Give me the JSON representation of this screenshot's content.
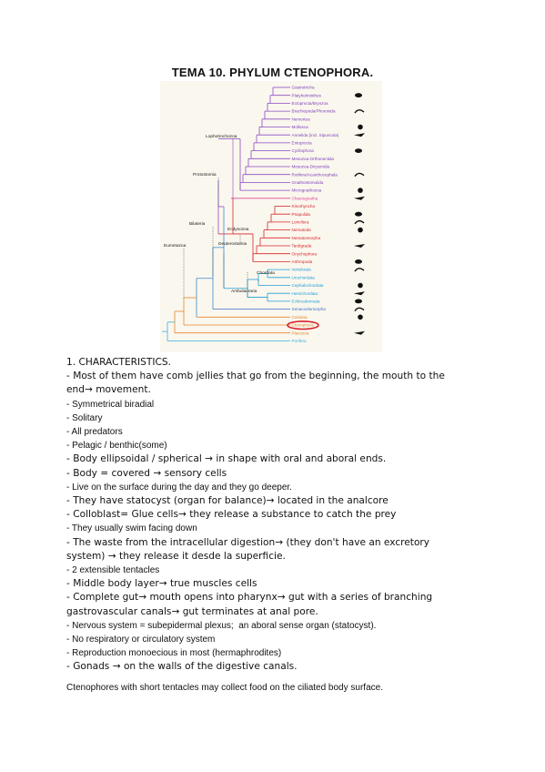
{
  "title": "TEMA 10. PHYLUM CTENOPHORA.",
  "figure": {
    "taxa": [
      {
        "name": "Gastrotricha",
        "color": "#7b3fb8"
      },
      {
        "name": "Platyhelminthes",
        "color": "#7b3fb8"
      },
      {
        "name": "Ectoprocta/Bryozoa",
        "color": "#7b3fb8"
      },
      {
        "name": "Brachiopoda/Phoronida",
        "color": "#7b3fb8"
      },
      {
        "name": "Nemertea",
        "color": "#7b3fb8"
      },
      {
        "name": "Mollusca",
        "color": "#7b3fb8"
      },
      {
        "name": "Annelida (incl. Sipuncula)",
        "color": "#7b3fb8"
      },
      {
        "name": "Entoprocta",
        "color": "#7b3fb8"
      },
      {
        "name": "Cycliophora",
        "color": "#7b3fb8"
      },
      {
        "name": "Mesozoa-Orthonectida",
        "color": "#7b3fb8"
      },
      {
        "name": "Mesozoa-Dicyemida",
        "color": "#7b3fb8"
      },
      {
        "name": "Rotifera/Acanthocephala",
        "color": "#7b3fb8"
      },
      {
        "name": "Gnathostomulida",
        "color": "#7b3fb8"
      },
      {
        "name": "Micrognathozoa",
        "color": "#7b3fb8"
      },
      {
        "name": "Chaetognatha",
        "color": "#e0489a"
      },
      {
        "name": "Kinorhyncha",
        "color": "#d9262b"
      },
      {
        "name": "Priapulida",
        "color": "#d9262b"
      },
      {
        "name": "Loricifera",
        "color": "#d9262b"
      },
      {
        "name": "Nematoda",
        "color": "#d9262b"
      },
      {
        "name": "Nematomorpha",
        "color": "#d9262b"
      },
      {
        "name": "Tardigrada",
        "color": "#d9262b"
      },
      {
        "name": "Onychophora",
        "color": "#d9262b"
      },
      {
        "name": "Arthropoda",
        "color": "#d9262b"
      },
      {
        "name": "Vertebrata",
        "color": "#1f9fd8"
      },
      {
        "name": "Urochordata",
        "color": "#1f9fd8"
      },
      {
        "name": "Cephalochordata",
        "color": "#1f9fd8"
      },
      {
        "name": "Hemichordata",
        "color": "#1f9fd8"
      },
      {
        "name": "Echinodermata",
        "color": "#1f9fd8"
      },
      {
        "name": "Xenacoelomorpha",
        "color": "#3a6fc9"
      },
      {
        "name": "Cnidaria",
        "color": "#e8862b"
      },
      {
        "name": "Ctenophora",
        "color": "#e8862b"
      },
      {
        "name": "Placozoa",
        "color": "#e8862b"
      },
      {
        "name": "Porifera",
        "color": "#3ab0e0"
      }
    ],
    "clades": {
      "lophotrochozoa": "Lophotrochozoa",
      "protostomia": "Protostomia",
      "bilateria": "Bilateria",
      "ecdysozoa": "Ecdysozoa",
      "eumetazoa": "Eumetazoa",
      "deuterostomia": "Deuterostomia",
      "chordata": "Chordata",
      "ambulacraria": "Ambulacraria"
    },
    "highlight_color": "#d9202b"
  },
  "lines": [
    "1. CHARACTERISTICS.",
    "- Most of them have comb jellies that go from the beginning, the mouth to the",
    "end→ movement.",
    "- Symmetrical biradial",
    "- Solitary",
    "- All predators",
    "- Pelagic / benthic(some)",
    "- Body ellipsoidal / spherical → in shape with oral and aboral ends.",
    "- Body = covered → sensory cells",
    "- Live on the surface during the day and they go deeper.",
    "- They have statocyst (organ for balance)→ located in the analcore",
    "- Colloblast= Glue cells→ they release a substance to catch the prey",
    "- They usually swim facing down",
    "- The waste from the intracellular digestion→ (they don't have an excretory",
    "system) → they release it desde la superficie.",
    "- 2 extensible tentacles",
    "- Middle body layer→ true muscles cells",
    "- Complete gut→ mouth opens into pharynx→ gut with a series of branching",
    "gastrovascular canals→ gut terminates at anal pore.",
    "- Nervous system = subepidermal plexus;  an aboral sense organ (statocyst).",
    "- No respiratory or circulatory system",
    "- Reproduction monoecious in most (hermaphrodites)",
    "- Gonads → on the walls of the digestive canals."
  ],
  "footer": "Ctenophores with short tentacles may collect food on the ciliated body surface."
}
